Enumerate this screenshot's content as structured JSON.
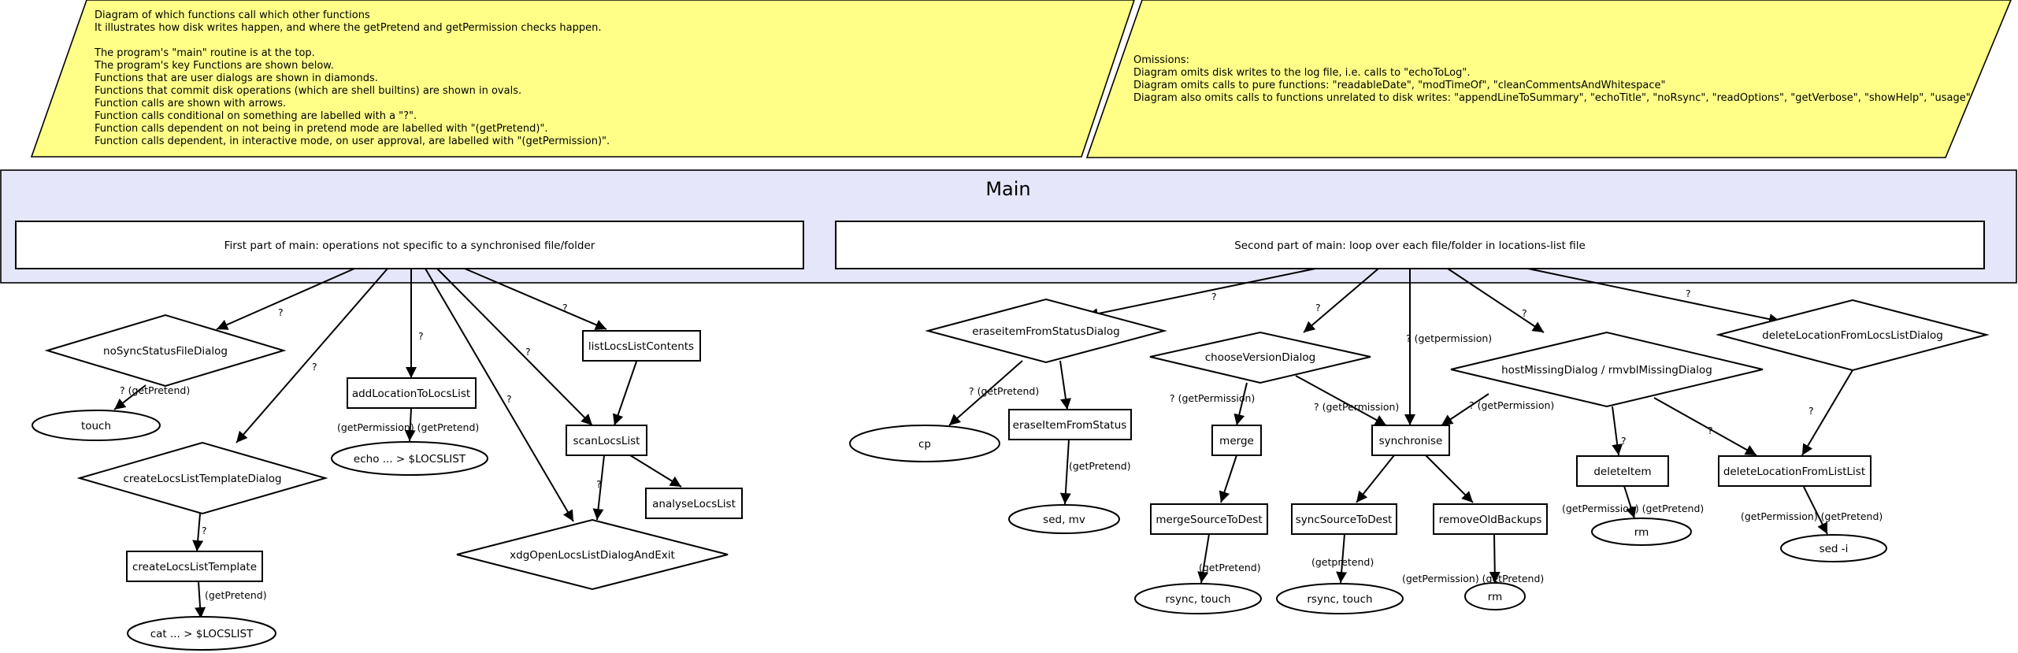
{
  "notes": {
    "left": [
      "Diagram of which functions call which other functions",
      "It illustrates how disk writes happen, and where the getPretend and getPermission checks happen.",
      "",
      "The program's \"main\" routine is at the top.",
      "The program's key Functions are shown below.",
      "Functions that are user dialogs are shown in diamonds.",
      "Functions that commit disk operations (which are shell builtins) are shown in ovals.",
      "Function calls are shown with arrows.",
      "Function calls conditional on something are labelled with a \"?\".",
      "Function calls dependent on not being in pretend mode are labelled with \"(getPretend)\".",
      "Function calls dependent, in interactive mode, on user approval, are labelled with \"(getPermission)\"."
    ],
    "right": [
      "Omissions:",
      "Diagram omits disk writes to the log file, i.e. calls to \"echoToLog\".",
      "Diagram omits calls to pure functions: \"readableDate\", \"modTimeOf\", \"cleanCommentsAndWhitespace\"",
      "Diagram also omits calls to functions unrelated to disk writes: \"appendLineToSummary\", \"echoTitle\", \"noRsync\", \"readOptions\", \"getVerbose\", \"showHelp\", \"usage\""
    ]
  },
  "main": {
    "title": "Main",
    "part1": "First part of main: operations not specific to a synchronised file/folder",
    "part2": "Second part of main: loop over each file/folder in locations-list file"
  },
  "nodes": {
    "noSyncStatusFileDialog": "noSyncStatusFileDialog",
    "touch1": "touch",
    "createLocsListTemplateDialog": "createLocsListTemplateDialog",
    "createLocsListTemplate": "createLocsListTemplate",
    "cat": "cat ... > $LOCSLIST",
    "addLocationToLocsList": "addLocationToLocsList",
    "echo": "echo ... > $LOCSLIST",
    "listLocsListContents": "listLocsListContents",
    "scanLocsList": "scanLocsList",
    "analyseLocsList": "analyseLocsList",
    "xdgOpen": "xdgOpenLocsListDialogAndExit",
    "eraseitemFromStatusDialog": "eraseitemFromStatusDialog",
    "cp": "cp",
    "eraseItemFromStatus": "eraseItemFromStatus",
    "sedmv": "sed, mv",
    "chooseVersionDialog": "chooseVersionDialog",
    "merge": "merge",
    "mergeSourceToDest": "mergeSourceToDest",
    "rsync1": "rsync, touch",
    "synchronise": "synchronise",
    "syncSourceToDest": "syncSourceToDest",
    "rsync2": "rsync, touch",
    "removeOldBackups": "removeOldBackups",
    "rm1": "rm",
    "hostMissingDialog": "hostMissingDialog / rmvblMissingDialog",
    "deleteItem": "deleteItem",
    "rm2": "rm",
    "deleteLocationFromLocsListDialog": "deleteLocationFromLocsListDialog",
    "deleteLocationFromListList": "deleteLocationFromListList",
    "sedi": "sed -i"
  },
  "edge_labels": {
    "p1_noSync": "?",
    "noSync_touch": "? (getPretend)",
    "p1_createDialog": "?",
    "createDialog_create": "?",
    "create_cat": "(getPretend)",
    "p1_addLoc": "?",
    "addLoc_echo": "(getPermission) (getPretend)",
    "p1_xdg": "?",
    "p1_scan": "?",
    "p1_list": "?",
    "scan_xdg": "?",
    "p2_erase": "?",
    "eraseDialog_cp": "? (getPretend)",
    "erase_sed": "(getPretend)",
    "p2_choose": "?",
    "choose_merge": "? (getPermission)",
    "choose_sync": "? (getPermission)",
    "merge_rsync": "(getPretend)",
    "p2_sync": "? (getpermission)",
    "syncSrc_rsync": "(getpretend)",
    "removeOld_rm": "(getPermission) (getPretend)",
    "p2_host": "?",
    "host_sync": "? (getPermission)",
    "host_deleteItem": "?",
    "host_deleteLoc": "?",
    "deleteItem_rm": "(getPermission) (getPretend)",
    "p2_deleteDialog": "?",
    "deleteDialog_deleteLoc": "?",
    "deleteLoc_sed": "(getPermission) (getPretend)"
  }
}
